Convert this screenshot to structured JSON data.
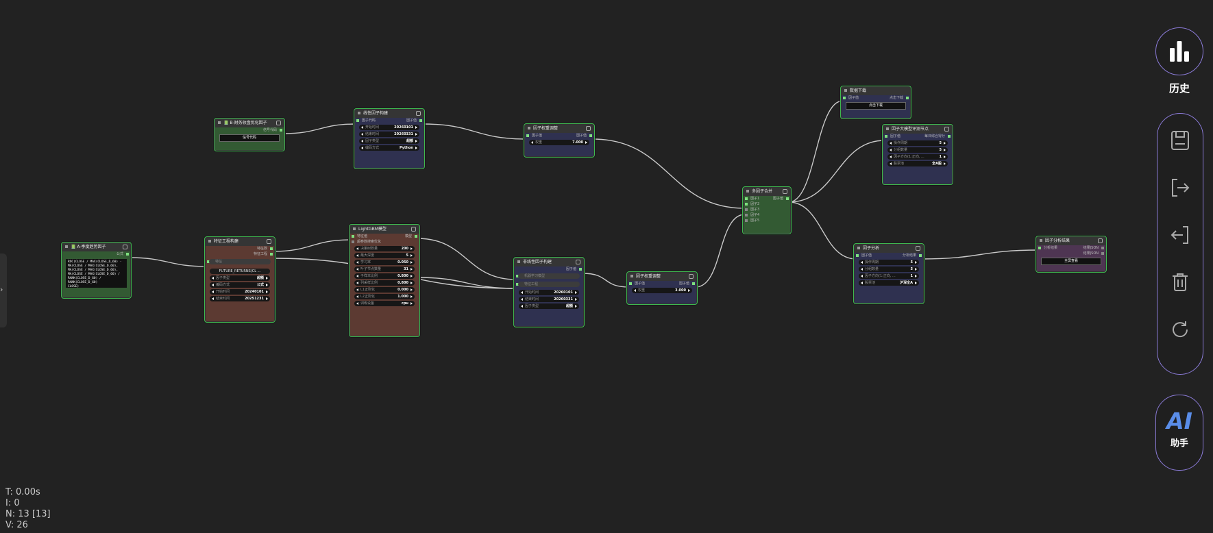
{
  "stats": {
    "t": "T: 0.00s",
    "i": "I: 0",
    "n": "N: 13 [13]",
    "v": "V: 26"
  },
  "sidebar": {
    "history_label": "历史",
    "ai_label": "AI",
    "ai_sub": "助手"
  },
  "nodes": {
    "quarterly": {
      "title": "📗 A-季度趋势因子",
      "out": "公式",
      "code": "ROC(CLOSE / MAX(CLOSE_D_60) -\nMA(CLOSE / MAX(CLOSE_D_60),\nMA(CLOSE / MAX(CLOSE_D_60),\nMA(CLOSE / MAX(CLOSE_D_60) /\nRANK(CLOSE_D_60) /\nRANK(CLOSE_D_60)\nCLOSE)"
    },
    "finance": {
      "title": "📗 B-财务收盘优化因子",
      "out": "信号代码",
      "btn": "信号代码"
    },
    "feature": {
      "title": "特征工程构建",
      "out1": "特征数",
      "out2": "特征工程",
      "in1": "特征",
      "w1": "FUTURE_RETURNS(CL ...",
      "w2l": "因子类型",
      "w2v": "超额",
      "w3l": "编码方式",
      "w3v": "公式",
      "w4l": "开始时间",
      "w4v": "20240101",
      "w5l": "结束时间",
      "w5v": "20251231"
    },
    "linear": {
      "title": "线性因子构建",
      "in": "因子代码",
      "out": "因子值",
      "w1l": "开始时间",
      "w1v": "20260101",
      "w2l": "结束时间",
      "w2v": "20260331",
      "w3l": "因子类型",
      "w3v": "超额",
      "w4l": "编码方式",
      "w4v": "Python"
    },
    "lgbm": {
      "title": "LightGBM模型",
      "in1": "特征值",
      "in2": "超参数搜索优化",
      "out": "模型",
      "w1l": "决策树数量",
      "w1v": "200",
      "w2l": "最大深度",
      "w2v": "5",
      "w3l": "学习率",
      "w3v": "0.050",
      "w4l": "叶子节点数量",
      "w4v": "31",
      "w5l": "子样本比例",
      "w5v": "0.800",
      "w6l": "列采样比例",
      "w6v": "0.800",
      "w7l": "L1正则化",
      "w7v": "0.000",
      "w8l": "L2正则化",
      "w8v": "1.000",
      "w9l": "训练设备",
      "w9v": "cpu"
    },
    "weight1": {
      "title": "因子权重调整",
      "in": "因子值",
      "out": "因子值",
      "w1l": "权重",
      "w1v": "7.000"
    },
    "nonlinear": {
      "title": "非线性因子构建",
      "out": "因子值",
      "in1": "机器学习模型",
      "in2": "特征工程",
      "w1l": "开始时间",
      "w1v": "20260101",
      "w2l": "结束时间",
      "w2v": "20260331",
      "w3l": "因子类型",
      "w3v": "超额"
    },
    "weight2": {
      "title": "因子权重调整",
      "in": "因子值",
      "out": "因子值",
      "w1l": "权重",
      "w1v": "3.000"
    },
    "merge": {
      "title": "多因子合并",
      "out": "因子值",
      "in1": "因子1",
      "in2": "因子2",
      "in3": "因子3",
      "in4": "因子4",
      "in5": "因子5"
    },
    "download": {
      "title": "数据下载",
      "in": "因子值",
      "out": "点击下载",
      "btn": "点击下载"
    },
    "large": {
      "title": "因子大模型评测节点",
      "in": "因子值",
      "out": "每日综合得分",
      "w1l": "操作周期",
      "w1v": "5",
      "w2l": "分组数量",
      "w2v": "5",
      "w3l": "因子方向(1:正向, ...",
      "w3v": "1",
      "w4l": "股票池",
      "w4v": "全A股"
    },
    "analysis": {
      "title": "因子分析",
      "in": "因子值",
      "out": "分析结果",
      "w1l": "操作周期",
      "w1v": "5",
      "w2l": "分组数量",
      "w2v": "5",
      "w3l": "因子方向(1:正向, ...",
      "w3v": "1",
      "w4l": "股票池",
      "w4v": "沪深全A"
    },
    "result": {
      "title": "因子分析结果",
      "in": "分析结果",
      "out1": "结果JSON",
      "out2": "结果JSON",
      "btn": "全屏查看"
    }
  }
}
